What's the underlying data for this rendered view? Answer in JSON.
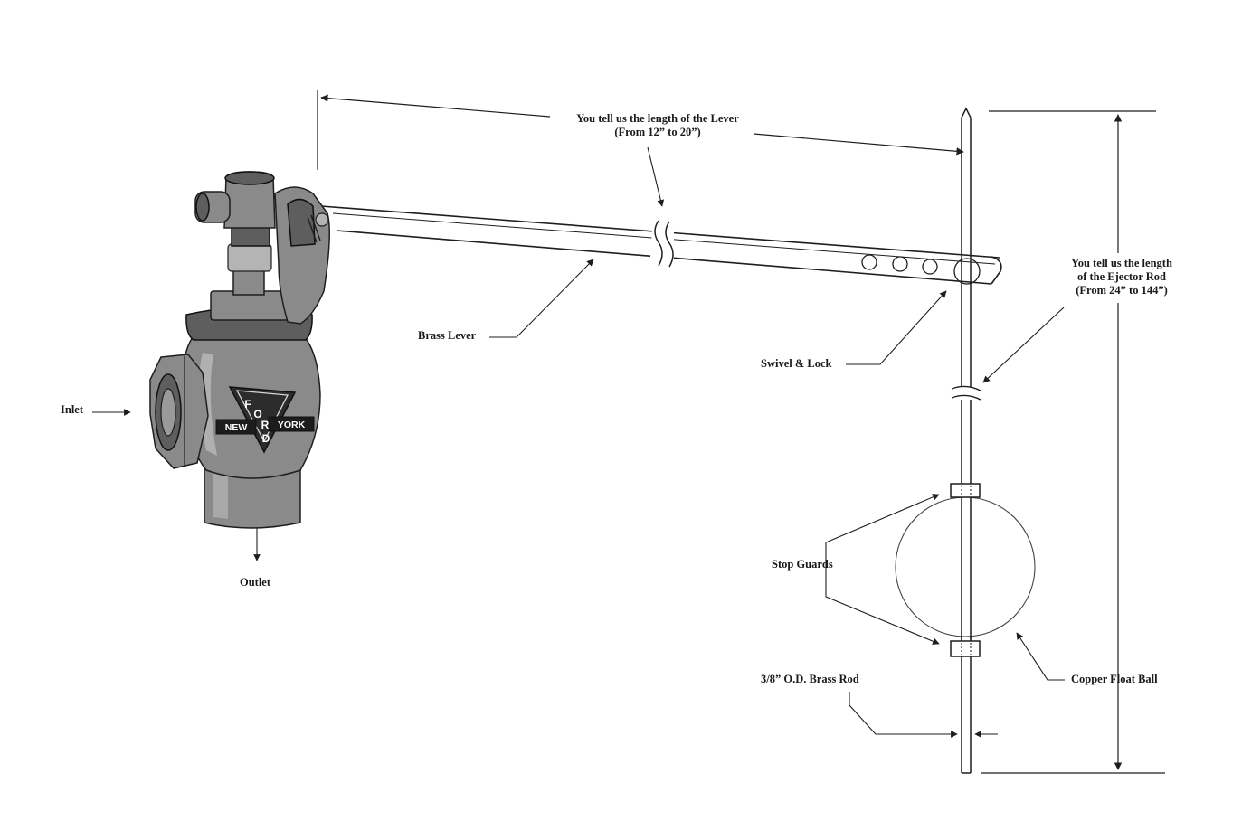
{
  "labels": {
    "lever_length": {
      "line1": "You tell us the length of the Lever",
      "line2": "(From 12” to 20”)"
    },
    "ejector_length": {
      "line1": "You tell us the length",
      "line2": "of the Ejector Rod",
      "line3": "(From 24” to 144”)"
    },
    "brass_lever": "Brass Lever",
    "swivel_lock": "Swivel & Lock",
    "inlet": "Inlet",
    "outlet": "Outlet",
    "stop_guards": "Stop Guards",
    "brass_rod": "3/8” O.D. Brass Rod",
    "copper_float": "Copper Float Ball"
  },
  "valve_logo": {
    "letters": [
      "F",
      "O",
      "R",
      "D"
    ],
    "left_word": "NEW",
    "right_word": "YORK"
  },
  "colors": {
    "ink": "#1e1e1e",
    "metal": "#8a8a8a",
    "background": "#ffffff"
  }
}
